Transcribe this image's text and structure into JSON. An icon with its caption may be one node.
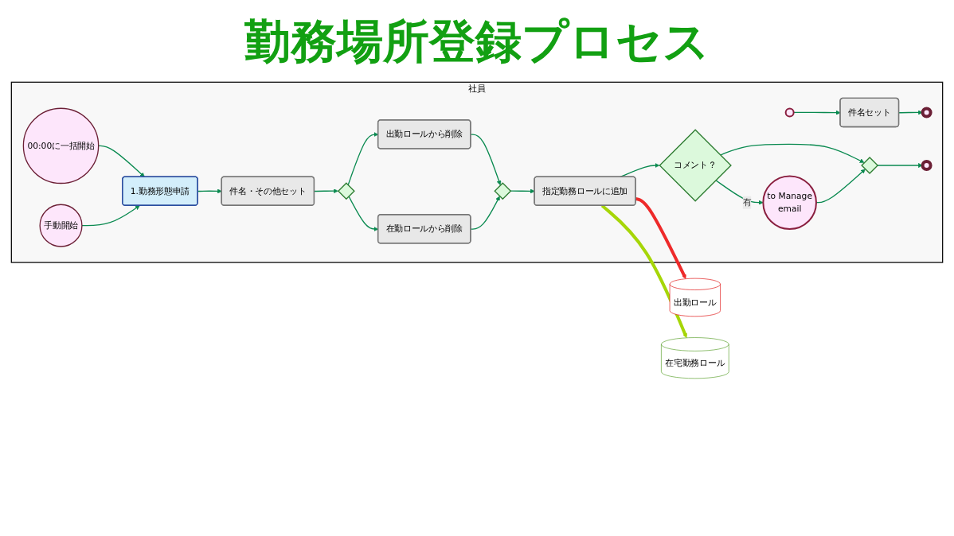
{
  "diagram": {
    "title": "勤務場所登録プロセス",
    "nodes": [
      {
        "text": [
          "社員"
        ]
      },
      {
        "text": [
          "00:00に一括開始"
        ],
        "in": 0
      },
      {
        "text": [
          "1.勤務形態申請"
        ],
        "in": 0
      },
      {
        "text": [],
        "shape": "circle",
        "in": 0
      },
      {
        "text": [
          "件名・その他セット"
        ],
        "in": 0
      },
      {
        "text": [
          "手動開始"
        ],
        "in": 0
      },
      {
        "text": [
          "件名セット"
        ],
        "in": 0
      },
      {
        "text": [],
        "shape": "circle",
        "in": 0
      },
      {
        "text": [],
        "shape": "diamond",
        "in": 0
      },
      {
        "text": [
          "出勤ロールから削除"
        ],
        "in": 0
      },
      {
        "text": [
          "在勤ロールから削除"
        ],
        "in": 0
      },
      {
        "text": [],
        "shape": "diamond",
        "in": 0
      },
      {
        "text": [
          "指定勤務ロールに追加"
        ],
        "in": 0
      },
      {
        "text": [
          "コメント？"
        ],
        "in": 0
      },
      {
        "text": [
          "to Manage",
          "email"
        ],
        "in": 0
      },
      {
        "text": [],
        "shape": "diamond",
        "in": 0
      },
      {
        "text": [],
        "shape": "circle",
        "in": 0
      },
      {
        "text": [
          "在宅勤務ロール"
        ]
      },
      {
        "text": [
          "出勤ロール"
        ]
      }
    ],
    "edges": [
      {
        "from": 1,
        "to": 2,
        "arrow": "to"
      },
      {
        "from": 5,
        "to": 2,
        "arrow": "to"
      },
      {
        "from": 2,
        "to": 4,
        "arrow": "to"
      },
      {
        "from": 3,
        "to": 6,
        "arrow": "to"
      },
      {
        "from": 6,
        "to": 7,
        "arrow": "to"
      },
      {
        "from": 4,
        "to": 8,
        "arrow": "to"
      },
      {
        "from": 8,
        "to": 9,
        "arrow": "to"
      },
      {
        "from": 8,
        "to": 10,
        "arrow": "to"
      },
      {
        "from": 9,
        "to": 11,
        "arrow": "to"
      },
      {
        "from": 10,
        "to": 11,
        "arrow": "to"
      },
      {
        "from": 11,
        "to": 12,
        "arrow": "to"
      },
      {
        "from": 12,
        "to": 13,
        "arrow": "to"
      },
      {
        "from": 13,
        "to": 14,
        "arrow": "to",
        "label": "有"
      },
      {
        "from": 13,
        "to": 15,
        "arrow": "to"
      },
      {
        "from": 14,
        "to": 15,
        "arrow": "to"
      },
      {
        "from": 15,
        "to": 16,
        "arrow": "to"
      },
      {
        "from": 12,
        "to": 17,
        "arrow": "to",
        "style": "thick",
        "color": "#a6d608"
      },
      {
        "from": 12,
        "to": 18,
        "arrow": "to",
        "style": "thick",
        "color": "#ee2a2a"
      }
    ]
  }
}
